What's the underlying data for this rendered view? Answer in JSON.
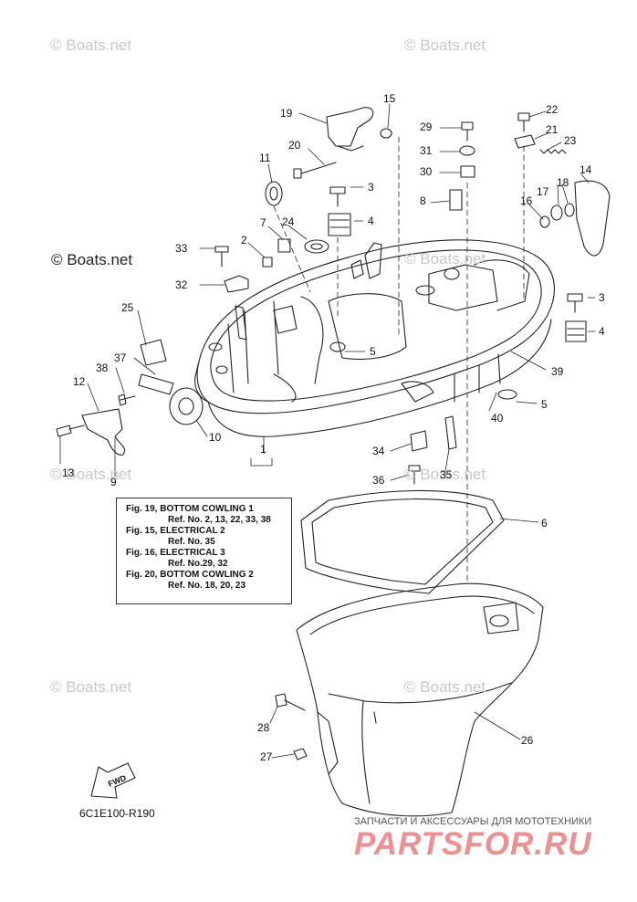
{
  "watermarks": [
    "© Boats.net",
    "© Boats.net",
    "© Boats.net",
    "© Boats.net",
    "© Boats.net",
    "© Boats.net",
    "© Boats.net"
  ],
  "copyright": "© Boats.net",
  "callouts": [
    "1",
    "2",
    "3",
    "3",
    "4",
    "4",
    "5",
    "5",
    "6",
    "7",
    "8",
    "9",
    "10",
    "11",
    "12",
    "13",
    "14",
    "15",
    "16",
    "17",
    "18",
    "19",
    "20",
    "21",
    "22",
    "23",
    "24",
    "25",
    "26",
    "27",
    "28",
    "29",
    "30",
    "31",
    "32",
    "33",
    "34",
    "35",
    "36",
    "37",
    "38",
    "39",
    "40"
  ],
  "reference_box": {
    "lines": [
      "Fig. 19, BOTTOM COWLING 1",
      "Ref. No. 2, 13, 22, 33, 38",
      "Fig. 15, ELECTRICAL 2",
      "Ref. No. 35",
      "Fig. 16, ELECTRICAL 3",
      "Ref. No.29, 32",
      "Fig. 20, BOTTOM COWLING 2",
      "Ref. No. 18, 20, 23"
    ]
  },
  "fwd_label": "FWD",
  "part_code": "6C1E100-R190",
  "ad": {
    "tagline": "ЗАПЧАСТИ И АКСЕССУАРЫ ДЛЯ МОТОТЕХНИКИ",
    "logo": "PARTSFOR.RU"
  }
}
